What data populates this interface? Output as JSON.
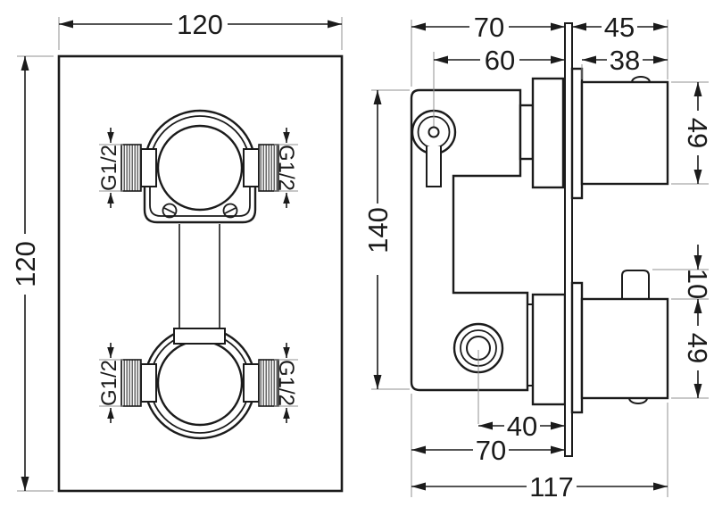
{
  "title": "Concealed thermostatic shower mixer valve - dimension drawing, front and side views",
  "colors": {
    "line": "#1b1b1b",
    "extension": "#909090",
    "background": "#ffffff",
    "thread_hatch": "#4d4d4d"
  },
  "front": {
    "width": "120",
    "height": "120",
    "thread_top_left": "G1/2",
    "thread_top_right": "G1/2",
    "thread_bottom_left": "G1/2",
    "thread_bottom_right": "G1/2"
  },
  "side": {
    "body_depth": "70",
    "center_to_wall": "60",
    "knob_total_depth": "45",
    "knob_depth": "38",
    "body_height": "140",
    "top_knob_height": "49",
    "diverter_button_height": "10",
    "bottom_knob_height": "49",
    "outlet_to_wall": "40",
    "body_depth_bottom": "70",
    "total_depth": "117"
  }
}
